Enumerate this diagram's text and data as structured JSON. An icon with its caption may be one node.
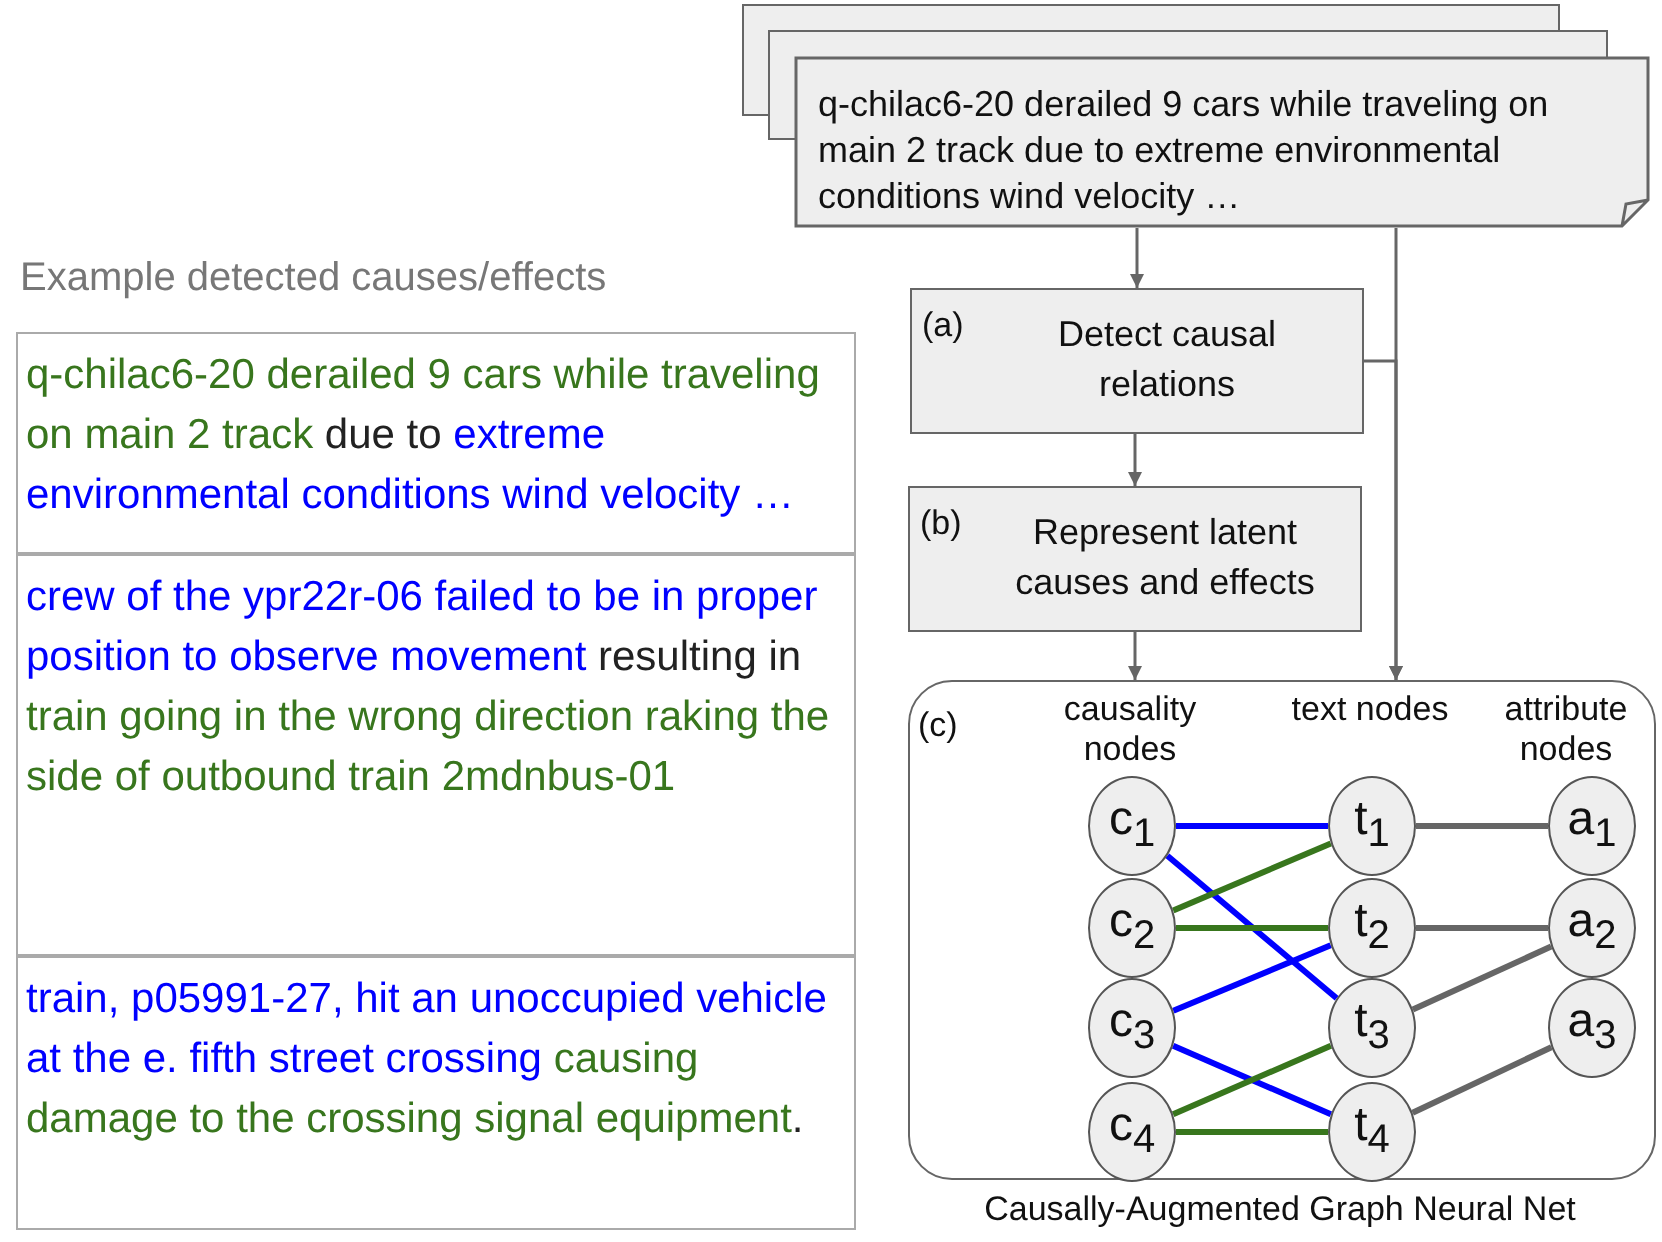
{
  "diagram": {
    "nodes": [
      {
        "text": [],
        "shape": "box"
      },
      {
        "text": [],
        "shape": "box"
      },
      {
        "text": [
          "q-chilac6-20 derailed 9 cars while traveling on main 2 track due to extreme environmental conditions wind velocity …"
        ]
      },
      {
        "text": [
          "(a)",
          "Detect causal relations"
        ]
      },
      {
        "text": [
          "(b)",
          "Represent latent causes and effects"
        ]
      },
      {
        "text": [
          "(c)"
        ],
        "beside": [
          "Causally-Augmented Graph Neural Net"
        ]
      },
      {
        "text": [
          "c$_{1}$"
        ],
        "in": 5
      },
      {
        "text": [
          "c$_{2}$"
        ],
        "in": 5
      },
      {
        "text": [
          "c$_{3}$"
        ],
        "in": 5
      },
      {
        "text": [
          "c$_{4}$"
        ],
        "in": 5
      },
      {
        "text": [
          "t$_{1}$"
        ],
        "in": 5
      },
      {
        "text": [
          "t$_{2}$"
        ],
        "in": 5
      },
      {
        "text": [
          "t$_{3}$"
        ],
        "in": 5
      },
      {
        "text": [
          "t$_{4}$"
        ],
        "in": 5
      },
      {
        "text": [
          "a$_{1}$"
        ],
        "in": 5
      },
      {
        "text": [
          "a$_{2}$"
        ],
        "in": 5
      },
      {
        "text": [
          "a$_{3}$"
        ],
        "in": 5
      },
      {
        "text": [
          "q-chilac6-20 derailed 9 cars while traveling on main 2 track",
          "due to",
          "extreme environmental conditions wind velocity …"
        ]
      },
      {
        "text": [
          "crew of the ypr22r-06 failed to be in proper position to observe movement",
          "resulting in",
          "train going in the wrong direction raking the side of outbound train 2mdnbus-01"
        ]
      },
      {
        "text": [
          "train, p05991-27, hit an unoccupied vehicle at the e. fifth street crossing",
          "causing damage to the crossing signal equipment",
          "."
        ]
      }
    ],
    "edges": [
      {
        "from": 2,
        "to": 3,
        "arrow": "to"
      },
      {
        "from": 3,
        "to": 4,
        "arrow": "to"
      },
      {
        "from": 4,
        "to": 5,
        "arrow": "to"
      },
      {
        "from": 2,
        "to": 5,
        "arrow": "to"
      },
      {
        "from": 3,
        "to": 5,
        "arrow": "to"
      },
      {
        "from": 6,
        "to": 10,
        "arrow": "none",
        "color": "#0000ff"
      },
      {
        "from": 6,
        "to": 12,
        "arrow": "none",
        "color": "#0000ff"
      },
      {
        "from": 7,
        "to": 10,
        "arrow": "none",
        "color": "#38761d"
      },
      {
        "from": 7,
        "to": 11,
        "arrow": "none",
        "color": "#38761d"
      },
      {
        "from": 8,
        "to": 11,
        "arrow": "none",
        "color": "#0000ff"
      },
      {
        "from": 8,
        "to": 13,
        "arrow": "none",
        "color": "#0000ff"
      },
      {
        "from": 9,
        "to": 12,
        "arrow": "none",
        "color": "#38761d"
      },
      {
        "from": 9,
        "to": 13,
        "arrow": "none",
        "color": "#38761d"
      },
      {
        "from": 10,
        "to": 14,
        "arrow": "none"
      },
      {
        "from": 11,
        "to": 15,
        "arrow": "none"
      },
      {
        "from": 12,
        "to": 15,
        "arrow": "none"
      },
      {
        "from": 13,
        "to": 16,
        "arrow": "none"
      }
    ],
    "labels": [
      "Example detected causes/effects",
      "causality nodes",
      "text nodes",
      "attribute nodes"
    ]
  }
}
